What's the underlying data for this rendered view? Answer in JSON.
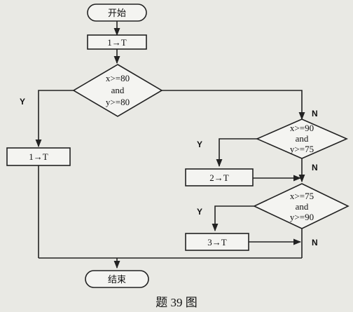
{
  "flowchart": {
    "start": "开始",
    "end": "结束",
    "steps": {
      "init": "1→T",
      "assign_left": "1→T",
      "assign_2": "2→T",
      "assign_3": "3→T"
    },
    "decisions": {
      "d1": {
        "line1": "x>=80",
        "line2": "and",
        "line3": "y>=80"
      },
      "d2": {
        "line1": "x>=90",
        "line2": "and",
        "line3": "y>=75"
      },
      "d3": {
        "line1": "x>=75",
        "line2": "and",
        "line3": "y>=90"
      }
    },
    "branch_labels": {
      "yes": "Y",
      "no": "N"
    }
  },
  "caption": "题 39 图"
}
